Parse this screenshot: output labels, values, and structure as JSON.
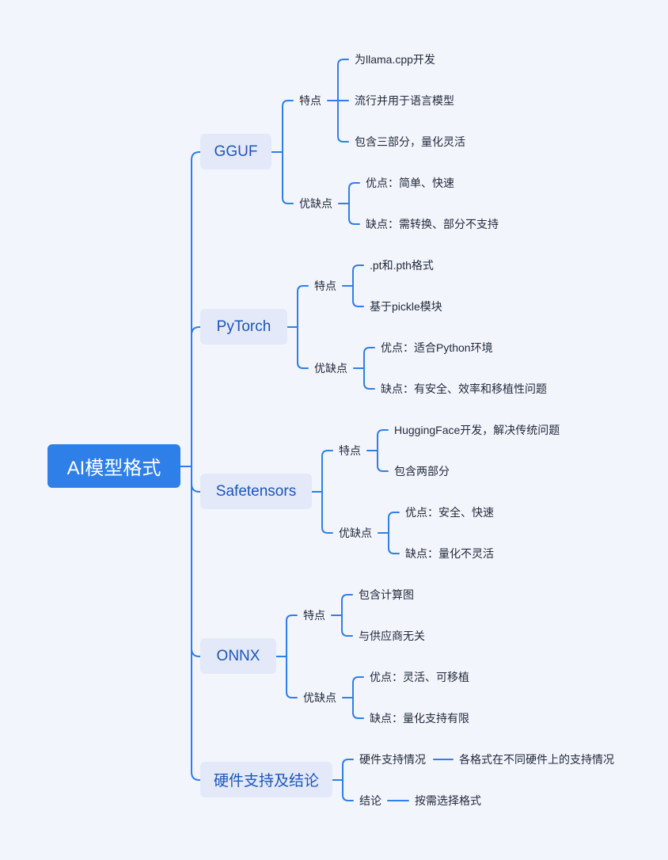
{
  "colors": {
    "background": "#f3f5fd",
    "root_fill": "#2f7fe8",
    "branch_fill": "#e3e9f8",
    "branch_text": "#1c56b8",
    "connector": "#2f7fe8"
  },
  "root": "AI模型格式",
  "branches": [
    {
      "label": "GGUF",
      "children": [
        {
          "label": "特点",
          "children": [
            "为llama.cpp开发",
            "流行并用于语言模型",
            "包含三部分，量化灵活"
          ]
        },
        {
          "label": "优缺点",
          "children": [
            "优点：简单、快速",
            "缺点：需转换、部分不支持"
          ]
        }
      ]
    },
    {
      "label": "PyTorch",
      "children": [
        {
          "label": "特点",
          "children": [
            ".pt和.pth格式",
            "基于pickle模块"
          ]
        },
        {
          "label": "优缺点",
          "children": [
            "优点：适合Python环境",
            "缺点：有安全、效率和移植性问题"
          ]
        }
      ]
    },
    {
      "label": "Safetensors",
      "children": [
        {
          "label": "特点",
          "children": [
            "HuggingFace开发，解决传统问题",
            "包含两部分"
          ]
        },
        {
          "label": "优缺点",
          "children": [
            "优点：安全、快速",
            "缺点：量化不灵活"
          ]
        }
      ]
    },
    {
      "label": "ONNX",
      "children": [
        {
          "label": "特点",
          "children": [
            "包含计算图",
            "与供应商无关"
          ]
        },
        {
          "label": "优缺点",
          "children": [
            "优点：灵活、可移植",
            "缺点：量化支持有限"
          ]
        }
      ]
    },
    {
      "label": "硬件支持及结论",
      "children": [
        {
          "label": "硬件支持情况",
          "children": [
            "各格式在不同硬件上的支持情况"
          ]
        },
        {
          "label": "结论",
          "children": [
            "按需选择格式"
          ]
        }
      ]
    }
  ]
}
